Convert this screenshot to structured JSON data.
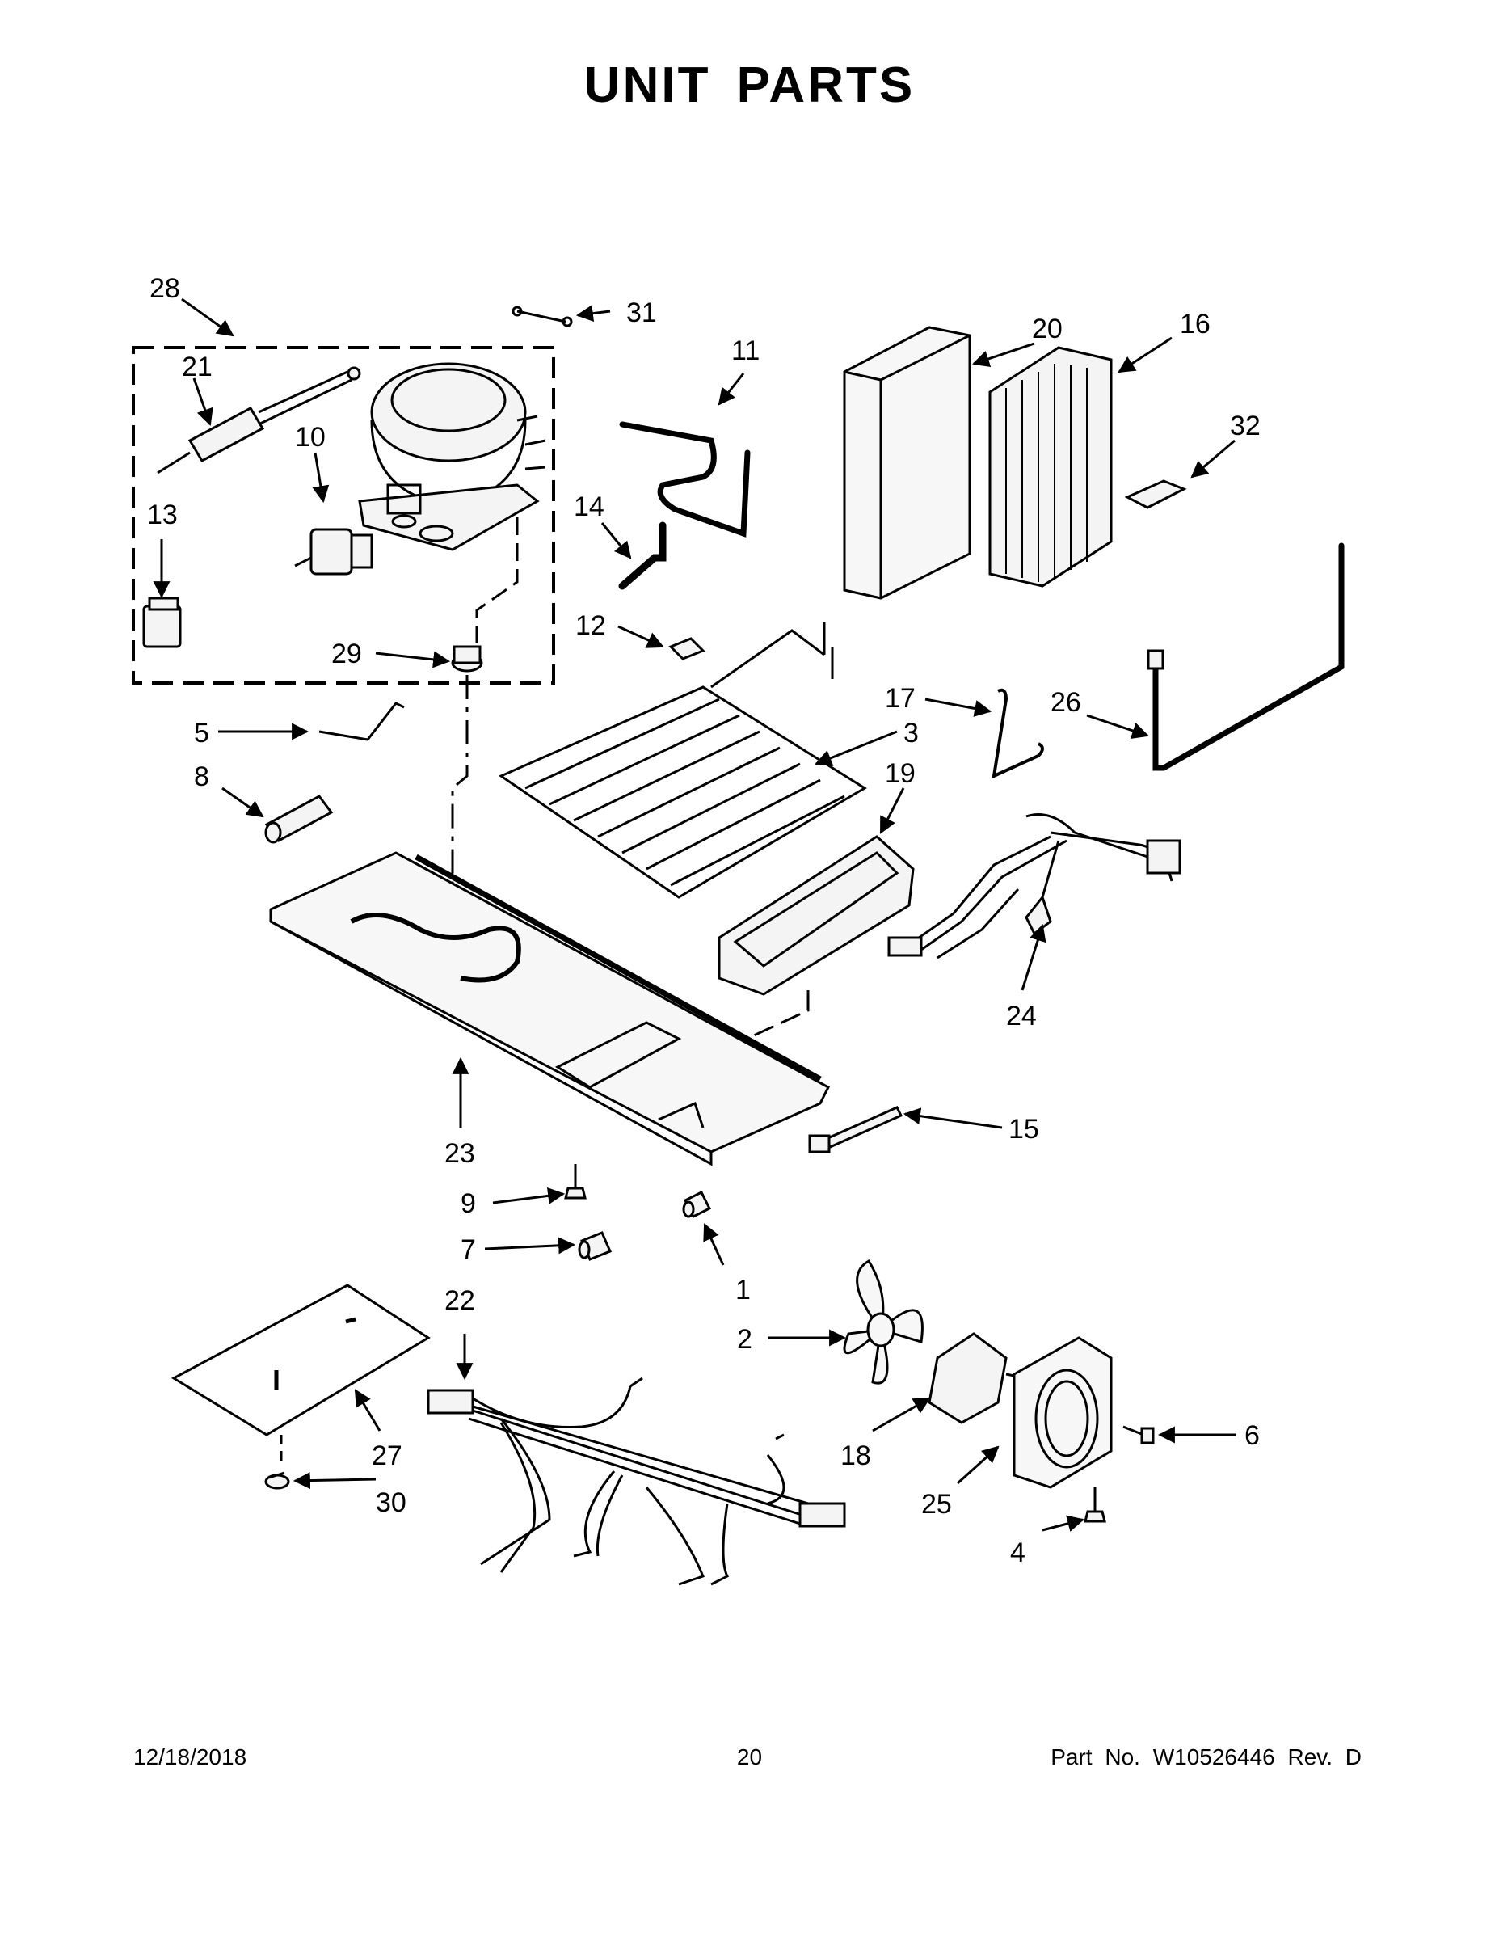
{
  "title": "UNIT PARTS",
  "callouts": {
    "c1": "1",
    "c2": "2",
    "c3": "3",
    "c4": "4",
    "c5": "5",
    "c6": "6",
    "c7": "7",
    "c8": "8",
    "c9": "9",
    "c10": "10",
    "c11": "11",
    "c12": "12",
    "c13": "13",
    "c14": "14",
    "c15": "15",
    "c16": "16",
    "c17": "17",
    "c18": "18",
    "c19": "19",
    "c20": "20",
    "c21": "21",
    "c22": "22",
    "c23": "23",
    "c24": "24",
    "c25": "25",
    "c26": "26",
    "c27": "27",
    "c28": "28",
    "c29": "29",
    "c30": "30",
    "c31": "31",
    "c32": "32"
  },
  "footer": {
    "date": "12/18/2018",
    "page": "20",
    "part_no": "Part No.  W10526446  Rev.  D"
  }
}
